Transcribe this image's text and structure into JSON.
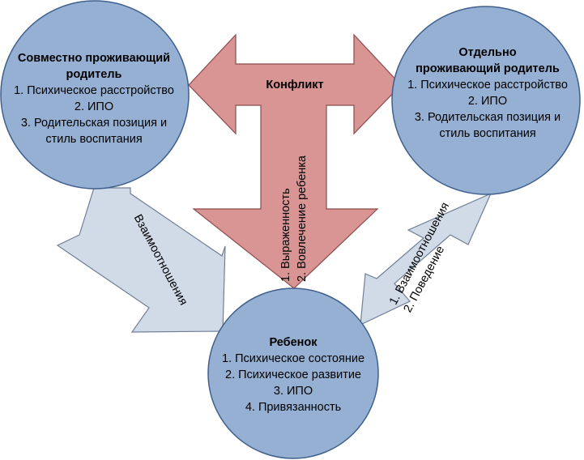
{
  "colors": {
    "circle_fill": "#95b0d3",
    "circle_stroke": "#3f5f8c",
    "conflict_arrow_fill": "#d99594",
    "conflict_arrow_stroke": "#8c4a4a",
    "relation_arrow_fill": "#d1dbe8",
    "relation_arrow_stroke": "#6f7f95"
  },
  "nodes": {
    "cohabiting_parent": {
      "title": "Совместно проживающий родитель",
      "title_lines": [
        "Совместно проживающий",
        "родитель"
      ],
      "items": [
        "1. Психическое расстройство",
        "2. ИПО",
        "3. Родительская позиция и",
        "стиль воспитания"
      ]
    },
    "separate_parent": {
      "title": "Отдельно проживающий родитель",
      "title_lines": [
        "Отдельно",
        "проживающий родитель"
      ],
      "items": [
        "1. Психическое расстройство",
        "2. ИПО",
        "3. Родительская позиция и",
        "стиль воспитания"
      ]
    },
    "child": {
      "title": "Ребенок",
      "items": [
        "1. Психическое состояние",
        "2. Психическое развитие",
        "3. ИПО",
        "4. Привязанность"
      ]
    }
  },
  "arrows": {
    "conflict": {
      "label": "Конфликт"
    },
    "conflict_down": {
      "lines": [
        "1. Выраженность",
        "2. Вовлечение ребенка"
      ]
    },
    "left_relation": {
      "label": "Взаимоотношения"
    },
    "right_relation": {
      "lines": [
        "1. Взаимоотношения",
        "2. Поведение"
      ]
    }
  }
}
